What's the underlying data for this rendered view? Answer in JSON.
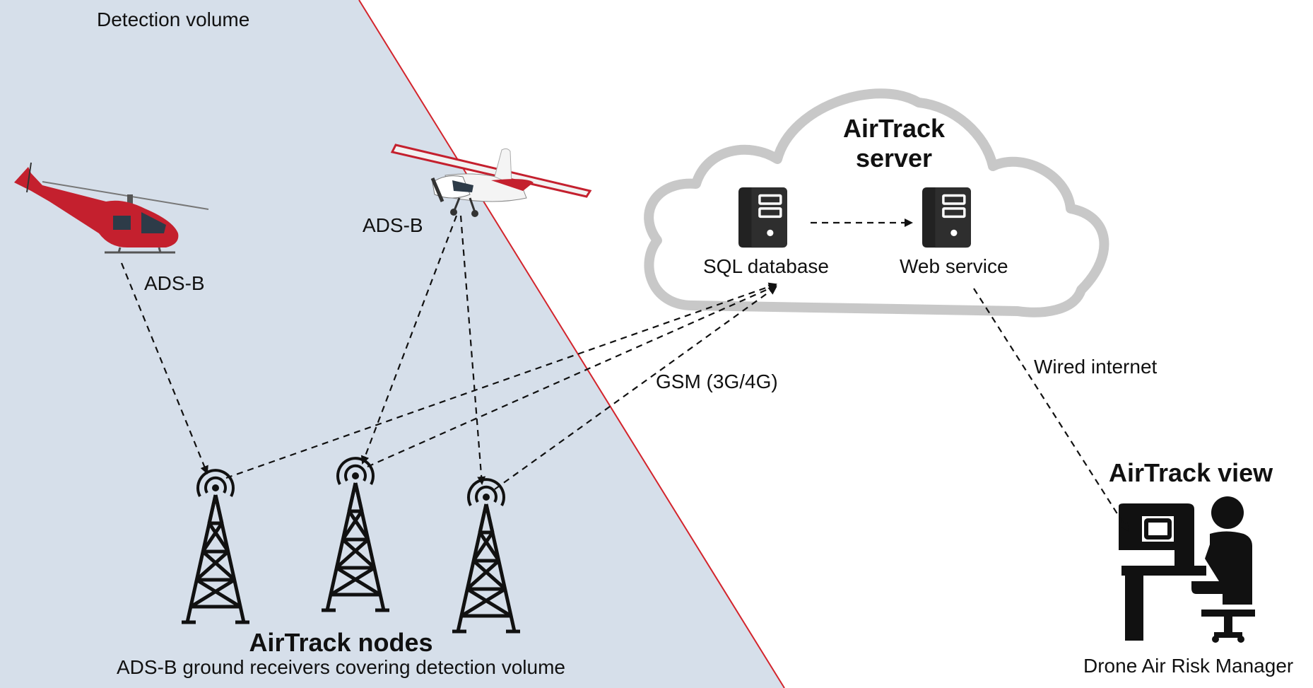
{
  "detection_volume_label": "Detection volume",
  "helicopter": {
    "icon": "helicopter-icon",
    "signal_label": "ADS-B",
    "color": "#c4202e"
  },
  "airplane": {
    "icon": "airplane-icon",
    "signal_label": "ADS-B",
    "color": "#c4202e"
  },
  "nodes": {
    "title": "AirTrack nodes",
    "subtitle": "ADS-B ground receivers covering detection volume",
    "tower_icon": "radio-tower-icon",
    "count": 3
  },
  "link_label": "GSM (3G/4G)",
  "server": {
    "title_line1": "AirTrack",
    "title_line2": "server",
    "db_label": "SQL database",
    "web_label": "Web service",
    "icon": "server-icon"
  },
  "internet_label": "Wired internet",
  "view": {
    "title": "AirTrack view",
    "user_label": "Drone Air Risk Manager",
    "icon": "operator-workstation-icon"
  },
  "colors": {
    "detection_fill": "#d6dfea",
    "boundary_line": "#d3242c",
    "cloud_stroke": "#c8c8c8",
    "icon_fill": "#111111"
  }
}
